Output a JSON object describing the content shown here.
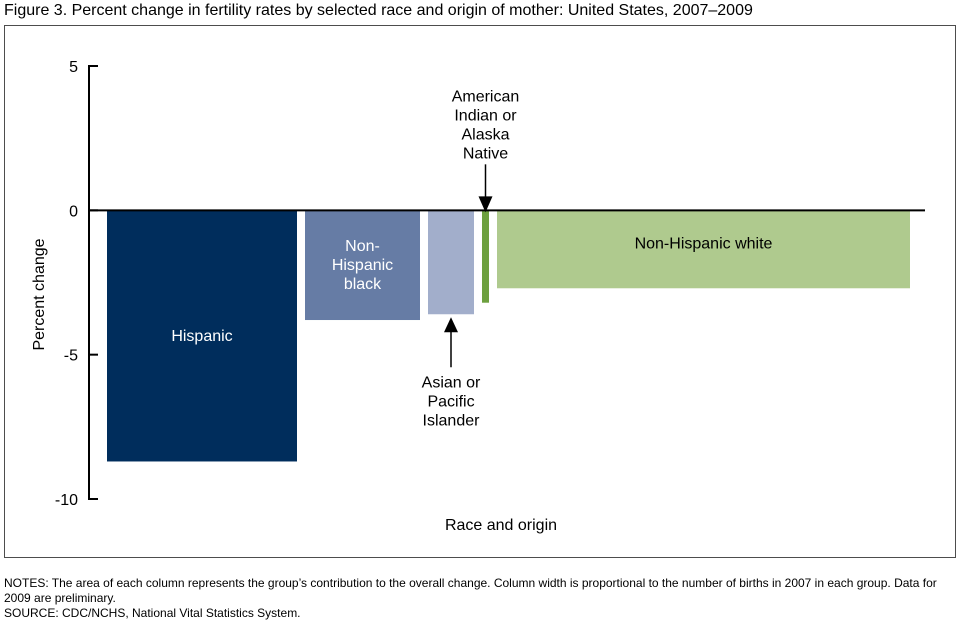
{
  "figure": {
    "title": "Figure 3. Percent change in fertility rates by selected race and origin of mother: United States, 2007–2009"
  },
  "notes": {
    "notes_text": "NOTES: The area of each column represents the group’s contribution to the overall change. Column width is proportional to the number of births in 2007 in each group. Data for 2009 are preliminary.",
    "source_text": "SOURCE: CDC/NCHS, National Vital Statistics System."
  },
  "chart_data": {
    "type": "bar",
    "title": "Figure 3. Percent change in fertility rates by selected race and origin of mother: United States, 2007–2009",
    "xlabel": "Race and origin",
    "ylabel": "Percent change",
    "ylim": [
      -10,
      5
    ],
    "yticks": [
      5,
      0,
      -5,
      -10
    ],
    "grid": false,
    "legend": "none",
    "categories": [
      "Hispanic",
      "Non-Hispanic black",
      "Asian or Pacific Islander",
      "American Indian or Alaska Native",
      "Non-Hispanic white"
    ],
    "values": [
      -8.7,
      -3.8,
      -3.6,
      -3.2,
      -2.7
    ],
    "relative_widths": [
      190,
      115,
      46,
      7,
      413
    ],
    "colors": [
      "#002d5c",
      "#667ca5",
      "#a2aecb",
      "#6da03e",
      "#afca8e"
    ],
    "bar_labels": [
      {
        "lines": [
          "Hispanic"
        ],
        "color": "#ffffff"
      },
      {
        "lines": [
          "Non-",
          "Hispanic",
          "black"
        ],
        "color": "#ffffff"
      },
      {
        "lines": [],
        "color": "#000000"
      },
      {
        "lines": [],
        "color": "#000000"
      },
      {
        "lines": [
          "Non-Hispanic white"
        ],
        "color": "#000000"
      }
    ],
    "annotations": [
      {
        "target": 3,
        "position": "above",
        "lines": [
          "American",
          "Indian or",
          "Alaska",
          "Native"
        ]
      },
      {
        "target": 2,
        "position": "below",
        "lines": [
          "Asian or",
          "Pacific",
          "Islander"
        ]
      }
    ]
  }
}
